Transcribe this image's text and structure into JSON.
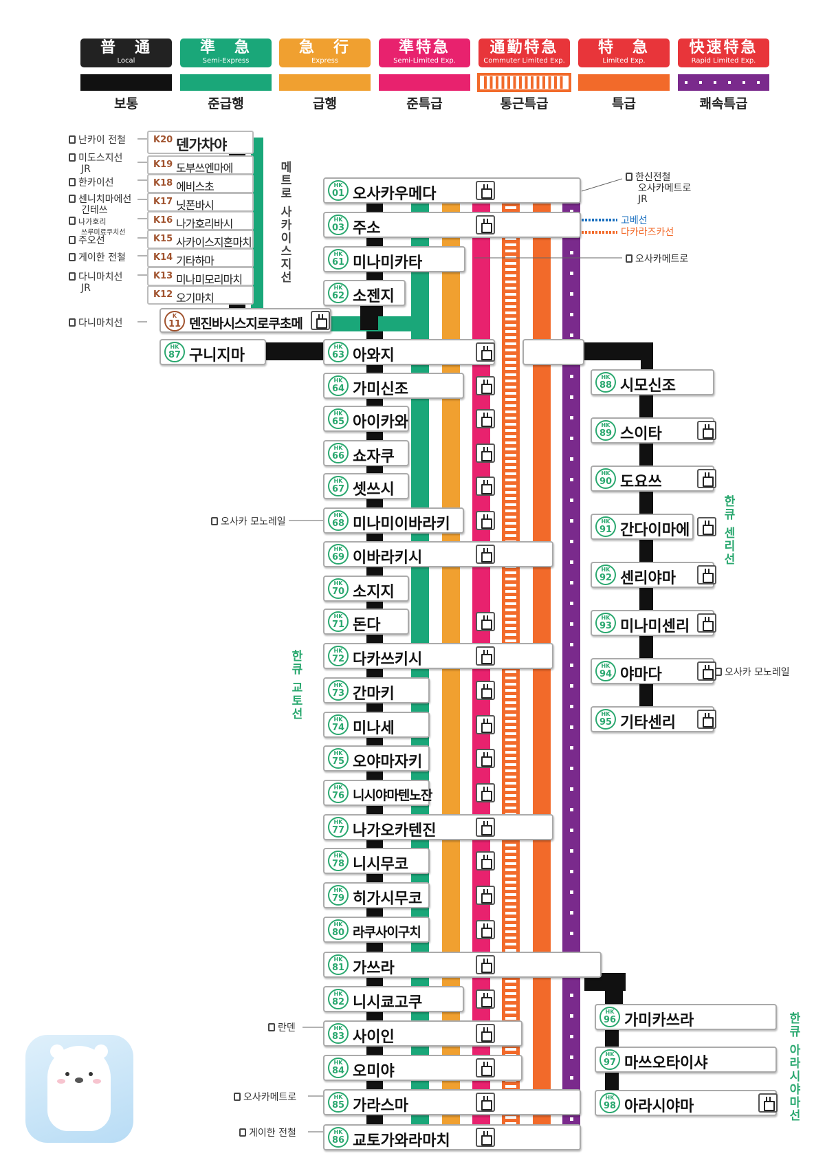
{
  "legend": [
    {
      "jp": "普　通",
      "en": "Local",
      "ko": "보통",
      "color": "#222222"
    },
    {
      "jp": "準　急",
      "en": "Semi-Express",
      "ko": "준급행",
      "color": "#1aa779"
    },
    {
      "jp": "急　行",
      "en": "Express",
      "ko": "급행",
      "color": "#f0a030"
    },
    {
      "jp": "準特急",
      "en": "Semi-Limited Exp.",
      "ko": "준특급",
      "color": "#e8226e"
    },
    {
      "jp": "通勤特急",
      "en": "Commuter Limited Exp.",
      "ko": "통근특급",
      "color": "#e8353a"
    },
    {
      "jp": "特　急",
      "en": "Limited Exp.",
      "ko": "특급",
      "color": "#e8353a"
    },
    {
      "jp": "快速特急",
      "en": "Rapid Limited Exp.",
      "ko": "쾌속특급",
      "color": "#e8353a"
    }
  ],
  "line_bar_colors": {
    "local": "#111111",
    "semi_express": "#1aa779",
    "express": "#f0a030",
    "semi_limited": "#e8226e",
    "commuter": "#f26a2a",
    "limited": "#f26a2a",
    "rapid": "#7a2a8c"
  },
  "badge_prefix": "HK",
  "kyoto_stations": [
    {
      "num": "01",
      "name": "오사카우메다"
    },
    {
      "num": "03",
      "name": "주소"
    },
    {
      "num": "61",
      "name": "미나미카타"
    },
    {
      "num": "62",
      "name": "소젠지"
    },
    {
      "num": "63",
      "name": "아와지"
    },
    {
      "num": "64",
      "name": "가미신조"
    },
    {
      "num": "65",
      "name": "아이카와"
    },
    {
      "num": "66",
      "name": "쇼자쿠"
    },
    {
      "num": "67",
      "name": "셋쓰시"
    },
    {
      "num": "68",
      "name": "미나미이바라키"
    },
    {
      "num": "69",
      "name": "이바라키시"
    },
    {
      "num": "70",
      "name": "소지지"
    },
    {
      "num": "71",
      "name": "돈다"
    },
    {
      "num": "72",
      "name": "다카쓰키시"
    },
    {
      "num": "73",
      "name": "간마키"
    },
    {
      "num": "74",
      "name": "미나세"
    },
    {
      "num": "75",
      "name": "오야마자키"
    },
    {
      "num": "76",
      "name": "니시야마텐노잔"
    },
    {
      "num": "77",
      "name": "나가오카텐진"
    },
    {
      "num": "78",
      "name": "니시무코"
    },
    {
      "num": "79",
      "name": "히가시무코"
    },
    {
      "num": "80",
      "name": "라쿠사이구치"
    },
    {
      "num": "81",
      "name": "가쓰라"
    },
    {
      "num": "82",
      "name": "니시쿄고쿠"
    },
    {
      "num": "83",
      "name": "사이인"
    },
    {
      "num": "84",
      "name": "오미야"
    },
    {
      "num": "85",
      "name": "가라스마"
    },
    {
      "num": "86",
      "name": "교토가와라마치"
    }
  ],
  "senri_stations": [
    {
      "num": "88",
      "name": "시모신조"
    },
    {
      "num": "89",
      "name": "스이타"
    },
    {
      "num": "90",
      "name": "도요쓰"
    },
    {
      "num": "91",
      "name": "간다이마에"
    },
    {
      "num": "92",
      "name": "센리야마"
    },
    {
      "num": "93",
      "name": "미나미센리"
    },
    {
      "num": "94",
      "name": "야마다"
    },
    {
      "num": "95",
      "name": "기타센리"
    }
  ],
  "arashiyama_stations": [
    {
      "num": "96",
      "name": "가미카쓰라"
    },
    {
      "num": "97",
      "name": "마쓰오타이샤"
    },
    {
      "num": "98",
      "name": "아라시야마"
    }
  ],
  "kunijima": {
    "num": "87",
    "name": "구니지마"
  },
  "sakaisuji_stations": [
    {
      "code": "K20",
      "name": "덴가차야"
    },
    {
      "code": "K19",
      "name": "도부쓰엔마에"
    },
    {
      "code": "K18",
      "name": "에비스초"
    },
    {
      "code": "K17",
      "name": "닛폰바시"
    },
    {
      "code": "K16",
      "name": "나가호리바시"
    },
    {
      "code": "K15",
      "name": "사카이스지혼마치"
    },
    {
      "code": "K14",
      "name": "기타하마"
    },
    {
      "code": "K13",
      "name": "미나미모리마치"
    },
    {
      "code": "K12",
      "name": "오기마치"
    }
  ],
  "tenjinbashi": {
    "badge_l": "K",
    "num": "11",
    "name": "덴진바시스지로쿠초메"
  },
  "transfers_left": [
    {
      "text": "난카이 전철"
    },
    {
      "text": "미도스지선",
      "sub": "JR"
    },
    {
      "text": "한카이선"
    },
    {
      "text": "센니치마에선",
      "sub": "긴테쓰"
    },
    {
      "text": "나가호리",
      "sub": "쓰루미료쿠치선"
    },
    {
      "text": "주오선"
    },
    {
      "text": "게이한 전철"
    },
    {
      "text": "다니마치선",
      "sub": "JR"
    },
    {
      "text": "다니마치선"
    }
  ],
  "transfer_umeda": {
    "l1": "한신전철",
    "l2": "오사카메트로",
    "l3": "JR"
  },
  "transfer_juso": {
    "a": "고베선",
    "b": "다카라즈카선"
  },
  "transfer_minamikata": "오사카메트로",
  "transfer_minamiibaraki": "오사카 모노레일",
  "transfer_yamada": "오사카 모노레일",
  "transfer_saiin": "란덴",
  "transfer_karasuma": "오사카메트로",
  "transfer_kawaramachi": "게이한 전철",
  "line_names": {
    "sakaisuji": "메트로 사카이스지선",
    "kyoto": "한큐 교토선",
    "senri": "한큐 센리선",
    "arashiyama": "한큐 아라시야마선"
  }
}
